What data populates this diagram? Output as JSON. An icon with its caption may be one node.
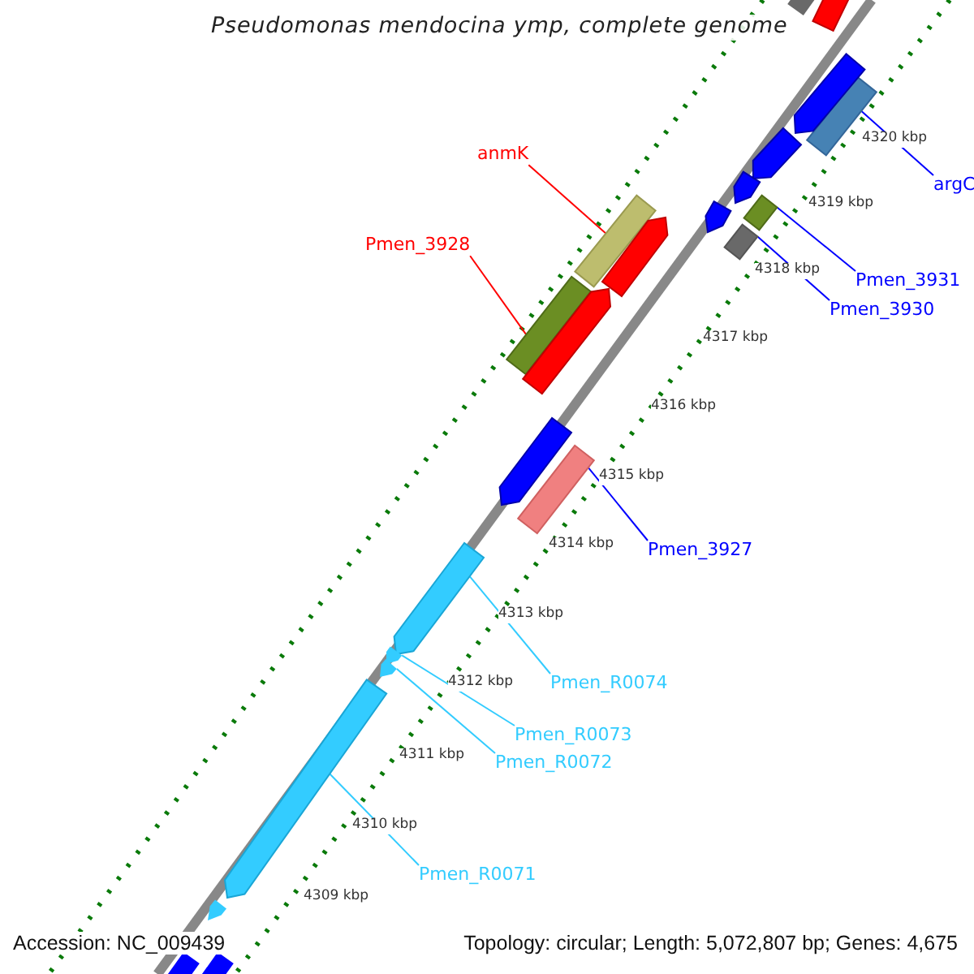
{
  "diagram": {
    "title": "Pseudomonas mendocina ymp, complete genome",
    "nodes": [
      {
        "text": [
          "anmK"
        ]
      },
      {
        "text": [],
        "shape": "box"
      },
      {
        "text": [
          "Pmen_3928"
        ]
      },
      {
        "text": [],
        "shape": "box"
      },
      {
        "text": [
          "argC"
        ]
      },
      {
        "text": [],
        "shape": "box"
      },
      {
        "text": [
          "Pmen_3931"
        ]
      },
      {
        "text": [],
        "shape": "box"
      },
      {
        "text": [
          "Pmen_3930"
        ]
      },
      {
        "text": [],
        "shape": "box"
      },
      {
        "text": [
          "Pmen_3927"
        ]
      },
      {
        "text": [],
        "shape": "box"
      },
      {
        "text": [
          "Pmen_R0074"
        ]
      },
      {
        "text": [],
        "shape": "pentagon"
      },
      {
        "text": [
          "Pmen_R0073"
        ]
      },
      {
        "text": [],
        "shape": "pentagon"
      },
      {
        "text": [
          "Pmen_R0072"
        ]
      },
      {
        "text": [],
        "shape": "pentagon"
      },
      {
        "text": [
          "Pmen_R0071"
        ]
      },
      {
        "text": [],
        "shape": "pentagon"
      },
      {
        "text": [],
        "shape": "box"
      },
      {
        "text": [],
        "shape": "box"
      },
      {
        "text": [],
        "shape": "pentagon"
      },
      {
        "text": [],
        "shape": "pentagon"
      },
      {
        "text": [],
        "shape": "pentagon"
      },
      {
        "text": [],
        "shape": "pentagon"
      },
      {
        "text": [],
        "shape": "pentagon"
      },
      {
        "text": [],
        "shape": "pentagon"
      },
      {
        "text": [],
        "shape": "pentagon"
      },
      {
        "text": [],
        "shape": "pentagon"
      },
      {
        "text": [],
        "shape": "box"
      },
      {
        "text": [],
        "shape": "box"
      }
    ],
    "edges": [
      {
        "from": 0,
        "to": 1,
        "arrow": "none",
        "color": "#ff0000"
      },
      {
        "from": 2,
        "to": 3,
        "arrow": "none",
        "color": "#ff0000"
      },
      {
        "from": 4,
        "to": 5,
        "arrow": "none"
      },
      {
        "from": 6,
        "to": 7,
        "arrow": "none"
      },
      {
        "from": 8,
        "to": 9,
        "arrow": "none"
      },
      {
        "from": 10,
        "to": 11,
        "arrow": "none"
      },
      {
        "from": 12,
        "to": 13,
        "arrow": "none",
        "color": "#33ccff"
      },
      {
        "from": 14,
        "to": 15,
        "arrow": "none",
        "color": "#33ccff"
      },
      {
        "from": 16,
        "to": 17,
        "arrow": "none",
        "color": "#33ccff"
      },
      {
        "from": 18,
        "to": 19,
        "arrow": "none",
        "color": "#33ccff"
      }
    ],
    "labels": [
      "4320 kbp",
      "4319 kbp",
      "4318 kbp",
      "4317 kbp",
      "4316 kbp",
      "4315 kbp",
      "4314 kbp",
      "4313 kbp",
      "4312 kbp",
      "4311 kbp",
      "4310 kbp",
      "4309 kbp",
      "Accession: NC_009439",
      "Topology: circular; Length: 5,072,807 bp; Genes: 4,675"
    ]
  }
}
